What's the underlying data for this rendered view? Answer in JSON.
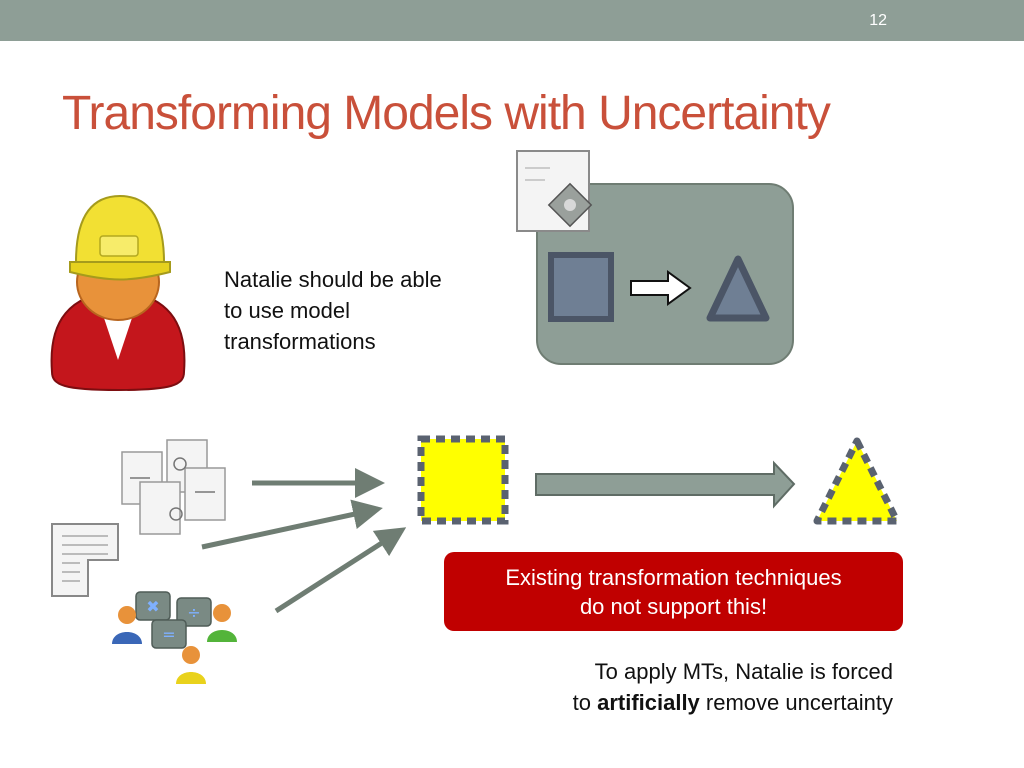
{
  "slide": {
    "page_number": "12",
    "title": "Transforming Models with Uncertainty"
  },
  "statement": {
    "line1": "Natalie should be able",
    "line2": "to use model",
    "line3": "transformations"
  },
  "callout": {
    "line1": "Existing transformation techniques",
    "line2": "do not support this!",
    "color": "#c00000"
  },
  "note": {
    "line1": "To apply MTs, Natalie is forced",
    "line2_prefix": "to ",
    "line2_bold": "artificially",
    "line2_suffix": " remove uncertainty"
  },
  "icons": {
    "user": "construction-worker-icon",
    "document": "document-icon",
    "transformation": "transformation-document-icon",
    "schematics": "circuit-diagrams-icon",
    "collaboration": "team-collaboration-icon"
  },
  "colors": {
    "title": "#c9503a",
    "topbar": "#8e9e96",
    "uncertain_fill": "#ffff00",
    "shape_fill": "#6f7f94"
  }
}
